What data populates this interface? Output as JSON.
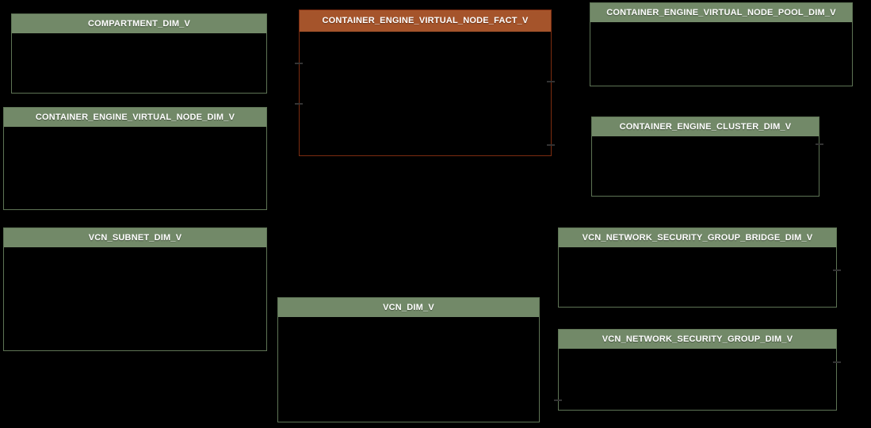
{
  "diagram": {
    "kind": "star-schema-entity-diagram",
    "background_color": "#000000"
  },
  "colors": {
    "dimension_header": "#728968",
    "dimension_border": "#5e7455",
    "fact_header": "#a5542b",
    "fact_border": "#7d2c10",
    "title_text": "#ffffff",
    "connector_stub": "#333333"
  },
  "entities": [
    {
      "name": "COMPARTMENT_DIM_V",
      "type": "dimension"
    },
    {
      "name": "CONTAINER_ENGINE_VIRTUAL_NODE_FACT_V",
      "type": "fact"
    },
    {
      "name": "CONTAINER_ENGINE_VIRTUAL_NODE_POOL_DIM_V",
      "type": "dimension"
    },
    {
      "name": "CONTAINER_ENGINE_VIRTUAL_NODE_DIM_V",
      "type": "dimension"
    },
    {
      "name": "CONTAINER_ENGINE_CLUSTER_DIM_V",
      "type": "dimension"
    },
    {
      "name": "VCN_SUBNET_DIM_V",
      "type": "dimension"
    },
    {
      "name": "VCN_NETWORK_SECURITY_GROUP_BRIDGE_DIM_V",
      "type": "dimension"
    },
    {
      "name": "VCN_DIM_V",
      "type": "dimension"
    },
    {
      "name": "VCN_NETWORK_SECURITY_GROUP_DIM_V",
      "type": "dimension"
    }
  ]
}
